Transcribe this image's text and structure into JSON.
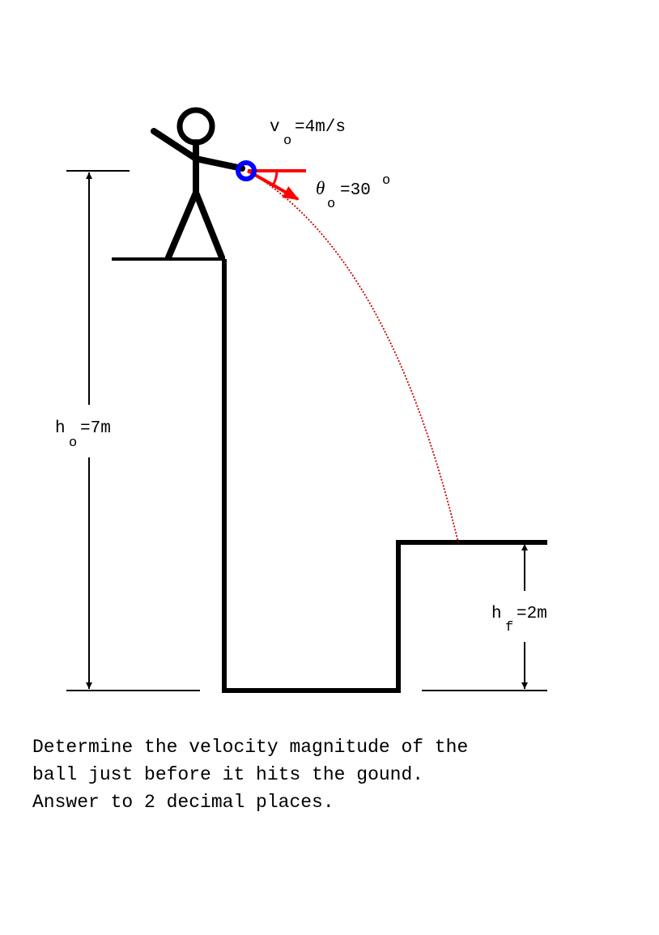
{
  "figure": {
    "velocity": {
      "symbol": "v",
      "subscript": "o",
      "text": "=4m/s"
    },
    "angle": {
      "symbol": "θ",
      "subscript": "o",
      "text": "=30",
      "degree": "o"
    },
    "initial_height": {
      "symbol": "h",
      "subscript": "o",
      "text": "=7m"
    },
    "final_height": {
      "symbol": "h",
      "subscript": "f",
      "text": "=2m"
    }
  },
  "question": {
    "lines": [
      "Determine the velocity magnitude of the",
      "ball just before it hits the gound.",
      "Answer to 2 decimal places."
    ]
  },
  "colors": {
    "line": "#000000",
    "vector": "#ff0000",
    "trajectory": "#cc0000",
    "ball": "#0000ff"
  }
}
